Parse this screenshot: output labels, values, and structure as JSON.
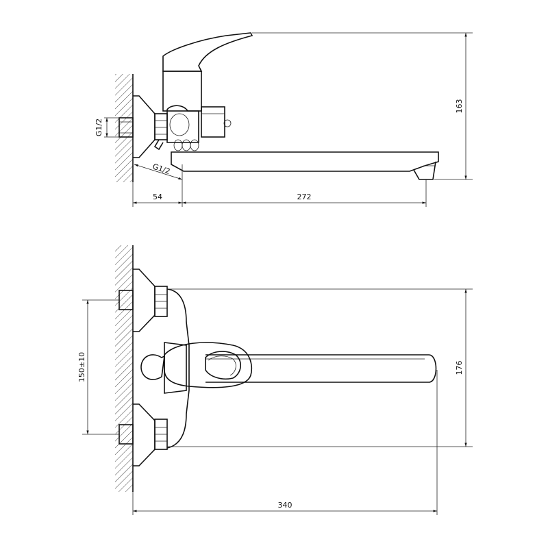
{
  "drawing": {
    "side_view": {
      "dimensions": {
        "wall_offset": "54",
        "spout_reach": "272",
        "height": "163",
        "thread_inlet": "G1/2",
        "thread_outlet": "G1/2"
      }
    },
    "top_view": {
      "dimensions": {
        "inlet_spacing": "150±10",
        "body_width": "176",
        "total_length": "340"
      }
    }
  },
  "colors": {
    "line": "#111111",
    "background": "#ffffff"
  }
}
